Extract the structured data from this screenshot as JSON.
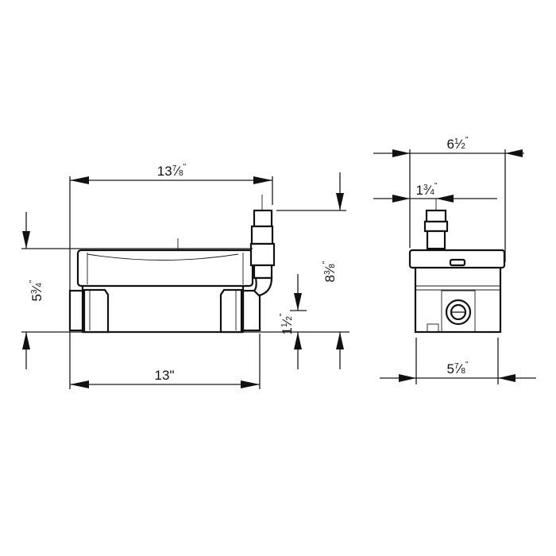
{
  "diagram": {
    "front_view": {
      "overall_width": {
        "whole": "13",
        "num": "7",
        "den": "8",
        "unit": "\""
      },
      "base_width": {
        "whole": "13",
        "num": "",
        "den": "",
        "unit": "\""
      },
      "body_height": {
        "whole": "5",
        "num": "3",
        "den": "4",
        "unit": "\""
      },
      "overall_height": {
        "whole": "8",
        "num": "3",
        "den": "8",
        "unit": "\""
      },
      "inlet_height": {
        "whole": "1",
        "num": "1",
        "den": "2",
        "unit": "\""
      }
    },
    "side_view": {
      "overall_width": {
        "whole": "6",
        "num": "1",
        "den": "2",
        "unit": "\""
      },
      "outlet_offset": {
        "whole": "1",
        "num": "3",
        "den": "4",
        "unit": "\""
      },
      "base_width": {
        "whole": "5",
        "num": "7",
        "den": "8",
        "unit": "\""
      }
    },
    "line_color": "#111111"
  }
}
